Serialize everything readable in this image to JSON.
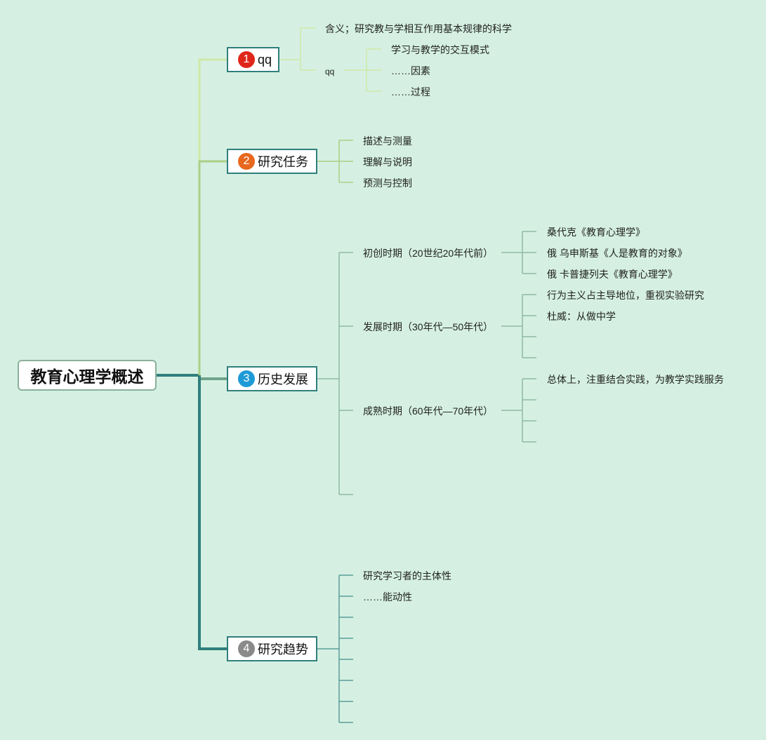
{
  "title": "教育心理学概述",
  "branches": [
    {
      "number": "1",
      "label": "qq",
      "color": "#e0261b",
      "children": [
        "含义；研究教与学相互作用基本规律的科学",
        "qq"
      ],
      "qq_children": [
        "学习与教学的交互模式",
        "……因素",
        "……过程"
      ]
    },
    {
      "number": "2",
      "label": "研究任务",
      "color": "#e8681f",
      "children": [
        "描述与测量",
        "理解与说明",
        "预测与控制"
      ]
    },
    {
      "number": "3",
      "label": "历史发展",
      "color": "#1e9ad6",
      "periods": [
        {
          "label": "初创时期（20世纪20年代前）",
          "children": [
            "桑代克《教育心理学》",
            "俄 乌申斯基《人是教育的对象》",
            "俄 卡普捷列夫《教育心理学》"
          ]
        },
        {
          "label": "发展时期（30年代—50年代）",
          "children": [
            "行为主义占主导地位，重视实验研究",
            "杜威：从做中学"
          ]
        },
        {
          "label": "成熟时期（60年代—70年代）",
          "children": [
            "总体上，注重结合实践，为教学实践服务"
          ]
        }
      ]
    },
    {
      "number": "4",
      "label": "研究趋势",
      "color": "#8a8a8a",
      "children": [
        "研究学习者的主体性",
        "……能动性"
      ]
    }
  ]
}
